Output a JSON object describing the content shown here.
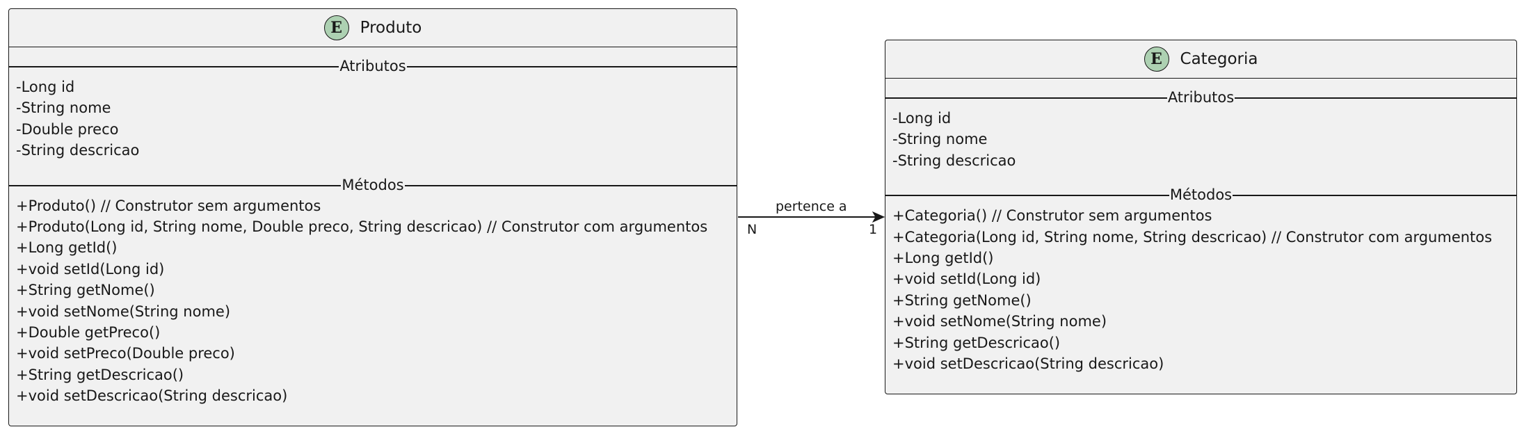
{
  "entities": [
    {
      "spot": "E",
      "name": "Produto",
      "attributes_title": "Atributos",
      "attributes": [
        "-Long id",
        "-String nome",
        "-Double preco",
        "-String descricao"
      ],
      "methods_title": "Métodos",
      "methods": [
        "+Produto() // Construtor sem argumentos",
        "+Produto(Long id, String nome, Double preco, String descricao) // Construtor com argumentos",
        "+Long getId()",
        "+void setId(Long id)",
        "+String getNome()",
        "+void setNome(String nome)",
        "+Double getPreco()",
        "+void setPreco(Double preco)",
        "+String getDescricao()",
        "+void setDescricao(String descricao)"
      ]
    },
    {
      "spot": "E",
      "name": "Categoria",
      "attributes_title": "Atributos",
      "attributes": [
        "-Long id",
        "-String nome",
        "-String descricao"
      ],
      "methods_title": "Métodos",
      "methods": [
        "+Categoria() // Construtor sem argumentos",
        "+Categoria(Long id, String nome, String descricao) // Construtor com argumentos",
        "+Long getId()",
        "+void setId(Long id)",
        "+String getNome()",
        "+void setNome(String nome)",
        "+String getDescricao()",
        "+void setDescricao(String descricao)"
      ]
    }
  ],
  "relation": {
    "label": "pertence a",
    "source_multiplicity": "N",
    "target_multiplicity": "1"
  },
  "colors": {
    "entity_fill": "#f1f1f1",
    "spot_fill": "#add1b2",
    "line": "#181818"
  }
}
